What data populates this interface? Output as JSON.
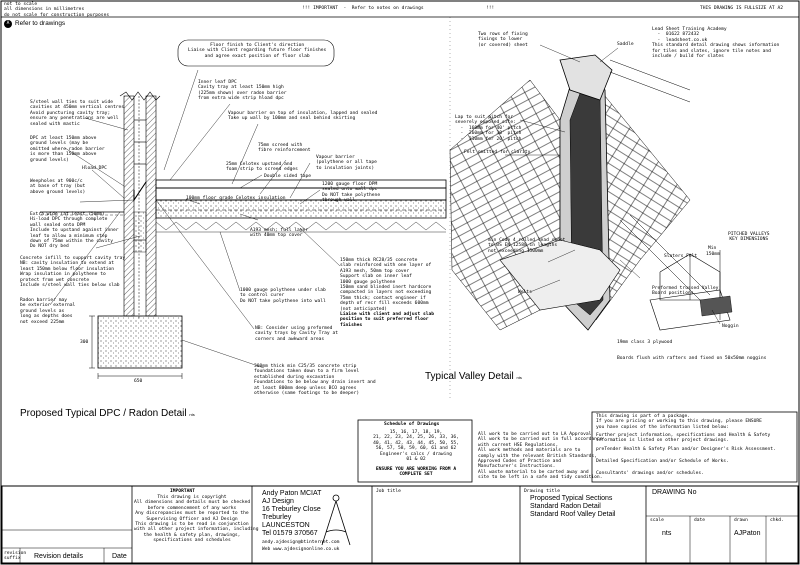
{
  "header": {
    "left": "not to scale\nall dimensions in millimetres\ndo not scale for construction purposes",
    "refer_label": "Refer to drawings",
    "refer_glyph": "A",
    "important": "!!! IMPORTANT  -  Refer to notes on drawings",
    "mark": "!!!",
    "right": "THIS DRAWING IS FULLSIZE AT A2"
  },
  "notes": {
    "floor_finish": "Floor finish to Client's direction\nLiaise with Client regarding future floor finishes\nand agree exact position of floor slab",
    "inner_leaf": "Inner leaf DPC\nCavity tray at least 150mm high\n(225mm shown) over radon barrier\nfrom extra wide strip hload dpc",
    "wall_ties": "S/steel wall ties to suit wide\ncavities at 450mm vertical centres\nAvoid puncturing cavity tray;\nensure any penetrations are well\nsealed with mastic",
    "vapour_barrier_top": "Vapour barrier on top of insulation, lapped and sealed\nTake up wall by 100mm and seal behind skirting",
    "dpc_150": "DPC at least 150mm above\nground levels (may be\nomitted where radon barrier\nis more than 150mm above\nground levels)",
    "hload": "Hload DPC",
    "screed": "75mm screed with\nfibre reinforcement",
    "vapour_barrier_poly": "Vapour barrier\n(polythene or all tape\nto insulation joints)",
    "celotex": "25mm Celotex upstand and\nfoam strip to screed edges",
    "tape": "Double sided tape",
    "weepholes": "Weepholes at 900c/c\nat base of tray (but\nabove ground levels)",
    "celotex_floor": "100mm floor grade Celotex insulation",
    "dpm": "1200 gauge floor DPM\nsealed onto wall dpc\nDo NOT take polythene\nthrough wall",
    "extra_wide": "Extra wide (at least 750mm)\nHi-load DPC through complete\nwall sealed onto DPM\nInclude to upstand against inner\nleaf to allow a minimum step\ndown of 75mm within the cavity\nDo NOT dry bed",
    "a193": "A193 mesh; full layer\nwith 40mm top cover",
    "concrete_infill": "Concrete infill to support cavity tray\nNB: cavity insulation to extend at\nleast 150mm below floor insulation\nWrap insulation in polythene to\nprotect from wet concrete\nInclude s/steel wall ties below slab",
    "slab": "150mm thick RC28/35 concrete\nslab reinforced with one layer of\nA193 mesh, 50mm top cover\nSupport slab on inner leaf\n1000 gauge polythene\n150mm sand blinded inert hardcore\ncompacted in layers not exceeding\n75mm thick; contact engineer if\ndepth of recr fill exceeds 600mm\n(not anticipated)",
    "slab_liaise": "Liaise with client and adjust slab\nposition to suit preferred floor\nfinishes",
    "radon_barrier": "Radon barrier may\nbe exterior external\nground levels as\nlong as depths does\nnot exceed 225mm",
    "poly_under": "1000 gauge polythene under slab\nto control curer\nDo NOT take polythene into wall",
    "preformed": "NB: Consider using preformed\ncavity trays by Cavity Tray at\ncorners and awkward areas",
    "foundations": "300mm thick min C25/35 concrete strip\nfoundations taken down to a firm level\nestablished during excavation\nFoundations to be below any drain invert and\nat least 800mm deep unless BCO agrees\notherwise (same footings to be deeper)",
    "dim_300": "300",
    "dim_650": "650"
  },
  "valley": {
    "two_rows": "Two rows of fixing\nfixings to lower\n(or covered) sheet",
    "saddle": "Saddle",
    "lead_academy": "Lead Sheet Training Academy\n  -  01622 872432\n  -  leadsheet.co.uk\nThis standard detail drawing shows information\nfor tiles and slates, ignore tile notes and\ninclude / build for slates",
    "lap": "Lap to suit pitch for\nseverely exposed site:\n  -  160mm for 40' pitch\n  -  260mm for 30' pitch\n  -  310mm for 20' pitch",
    "felt_omitted": "Felt omitted for clarity",
    "pitched_key": "PITCHED VALLEYS\nKEY DIMENSIONS",
    "slaters": "Slaters Felt",
    "min": "Min",
    "min_150": "150mm",
    "code4": "min Code 4 rolled lead sheet\nto BS EN 12588 in lengths\nnot exceeding 1500mm",
    "welts": "Welts",
    "trussed": "Preformed trussed Valley\nBoard positions",
    "noggin": "Noggin",
    "plywood": "19mm class 3 plywood",
    "boards": "Boards flush with rafters and fixed on 50x50mm noggins"
  },
  "titles": {
    "dpc": "Proposed Typical DPC  /  Radon Detail",
    "dpc_suffix": "nts",
    "valley": "Typical Valley Detail",
    "valley_suffix": "nts"
  },
  "schedule": {
    "title": "Schedule of Drawings",
    "body": "15, 16, 17, 18, 19,\n21, 22, 23, 24, 25, 26, 33, 36,\n40, 41, 42, 43, 44, 45, 50, 55,\n56, 57, 58, 59, 60, 61 and 62\nEngineer's calcs / drawing\n01 & 02",
    "ensure": "ENSURE YOU ARE WORKING FROM A\nCOMPLETE SET"
  },
  "general_notes": "All work to be carried out to LA Approval\nAll work to be carried out in full accordance\nwith current HSE Regulations,\nAll work methods and materials are to\ncomply with the relevant British Standards,\nApproved Codes of Practice and\nManufacturer's Instructions.\nAll waste material to be carted away and\nsite to be left in a safe and tidy condition.",
  "package": {
    "line1": "This drawing is part of a package.\nIf you are pricing or working to this drawing, please ENSURE\nyou have copies of the information listed below:",
    "line2": "Further project information, specifications and Health & Safety\ninformation is listed on other project drawings.",
    "line3": "preTender Health & Safety Plan and/or Designer's Risk Assessment.",
    "line4": "Detailed Specification and/or Schedule of Works.",
    "line5": "Consultants' drawings and/or schedules."
  },
  "titleblock": {
    "revision_label": "revision\nsuffix",
    "revision_details": "Revision details",
    "date": "Date",
    "important_title": "IMPORTANT",
    "important_body": "This drawing is copyright\nAll dimensions and details must be checked\nbefore commencement of any works\nAny discrepancies must be reported to the\nSupervising Officer and AJ Design\nThis drawing is to be read in conjunction\nwith all other project information, including\nthe health & safety plan, drawings,\nspecifications and schedules",
    "author_name": "Andy Paton MCIAT",
    "company": "AJ Design",
    "address1": "16 Treburley Close",
    "address2": "Treburley",
    "address3": "LAUNCESTON",
    "tel": "Tel 01579 370567",
    "email": "andy.ajdesign@btinternet.com",
    "web": "Web www.ajdesignonline.co.uk",
    "job_title_label": "Job title",
    "drawing_title_label": "Drawing title",
    "drawing_title": "Proposed Typical Sections\nStandard Radon Detail\nStandard Roof Valley Detail",
    "drawing_no_label": "DRAWING No",
    "scale_label": "scale",
    "date_label": "date",
    "drawn_label": "drawn",
    "chkd_label": "chkd.",
    "scale_value": "nts",
    "drawn_value": "AJPaton"
  }
}
